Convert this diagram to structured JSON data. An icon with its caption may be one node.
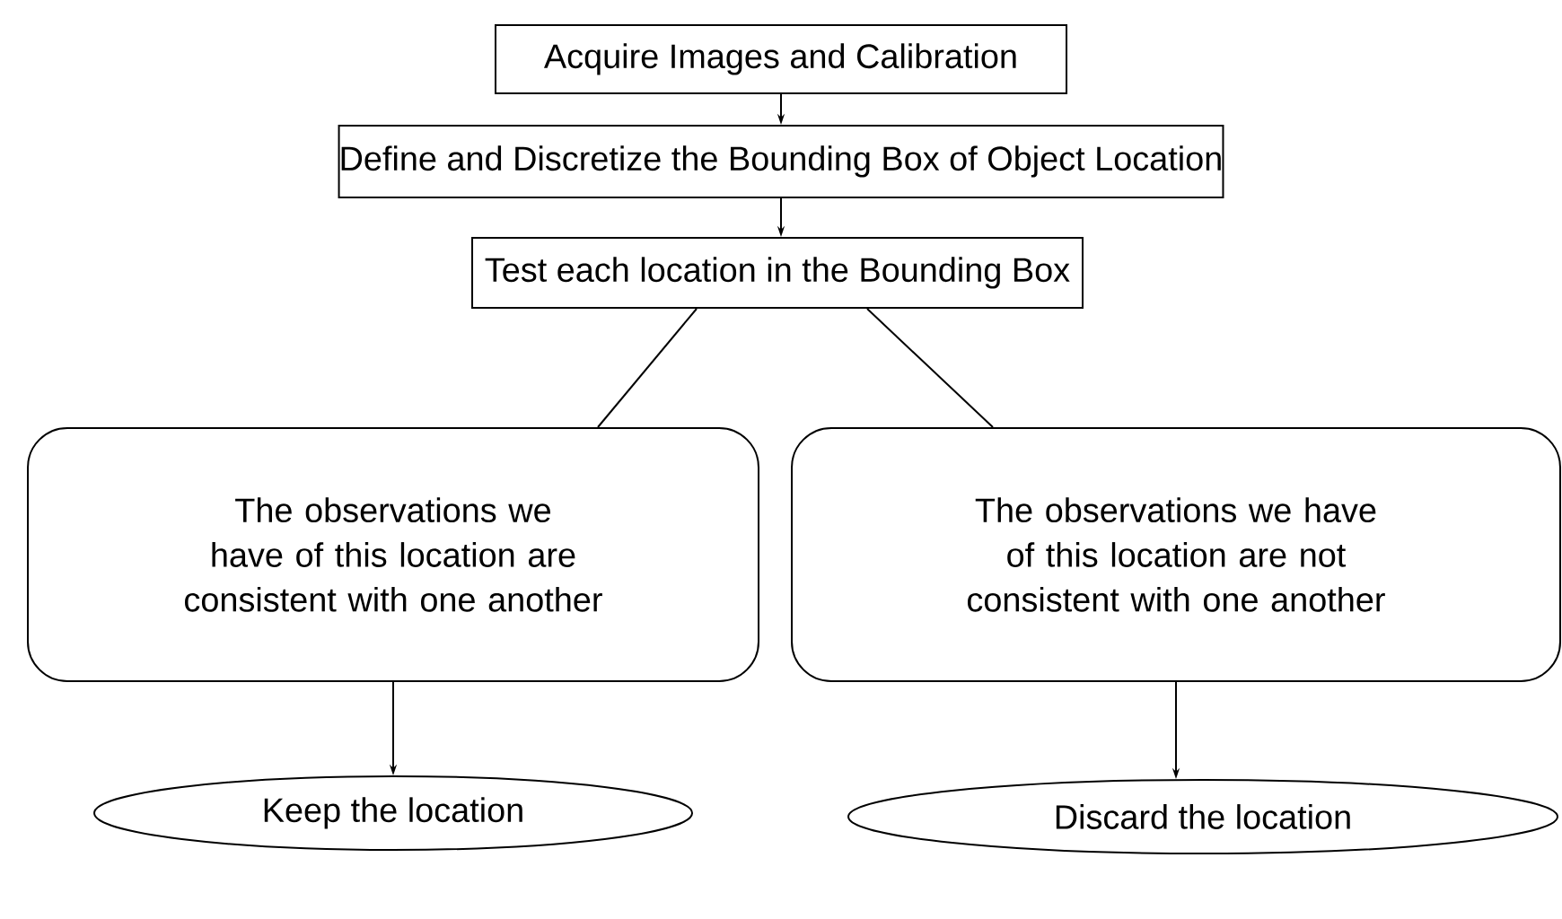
{
  "diagram": {
    "nodes": [
      {
        "text": [
          "Acquire Images and Calibration"
        ]
      },
      {
        "text": [
          "Define and Discretize the Bounding Box of Object Location"
        ]
      },
      {
        "text": [
          "Test each location in the Bounding Box"
        ]
      },
      {
        "text": [
          "The observations we have of this location are consistent with one another"
        ]
      },
      {
        "text": [
          "The observations we have of this location are not consistent with one another"
        ]
      },
      {
        "text": [
          "Keep the location"
        ]
      },
      {
        "text": [
          "Discard the location"
        ]
      }
    ],
    "edges": [
      {
        "from": 0,
        "to": 1,
        "arrow": "to"
      },
      {
        "from": 1,
        "to": 2,
        "arrow": "to"
      },
      {
        "from": 2,
        "to": 3,
        "arrow": "none"
      },
      {
        "from": 2,
        "to": 4,
        "arrow": "none"
      },
      {
        "from": 3,
        "to": 5,
        "arrow": "to"
      },
      {
        "from": 4,
        "to": 6,
        "arrow": "to"
      }
    ]
  }
}
